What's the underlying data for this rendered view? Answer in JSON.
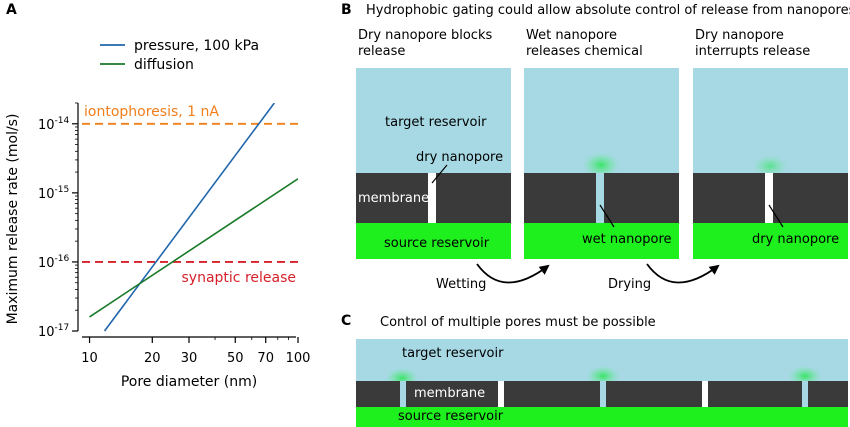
{
  "panels": {
    "a": "A",
    "b": "B",
    "c": "C"
  },
  "chart_data": {
    "type": "line",
    "xlabel": "Pore diameter (nm)",
    "ylabel": "Maximum release rate (mol/s)",
    "x_scale": "log",
    "y_scale": "log",
    "xlim": [
      9,
      100
    ],
    "ylim": [
      1e-17,
      2e-14
    ],
    "x_ticks": [
      10,
      20,
      30,
      50,
      70,
      100
    ],
    "x_tick_labels": [
      "10",
      "20",
      "30",
      "50",
      "70",
      "100"
    ],
    "y_ticks": [
      1e-17,
      1e-16,
      1e-15,
      1e-14
    ],
    "y_tick_labels": [
      {
        "base": "10",
        "exp": "-17"
      },
      {
        "base": "10",
        "exp": "-16"
      },
      {
        "base": "10",
        "exp": "-15"
      },
      {
        "base": "10",
        "exp": "-14"
      }
    ],
    "series": [
      {
        "name": "pressure, 100 kPa",
        "color": "#2166ac",
        "x": [
          11.8,
          77
        ],
        "y": [
          1e-17,
          2e-14
        ]
      },
      {
        "name": "diffusion",
        "color": "#1a7a2a",
        "x": [
          10,
          100
        ],
        "y": [
          1.6e-17,
          1.6e-15
        ]
      }
    ],
    "reference_lines": [
      {
        "label": "iontophoresis, 1 nA",
        "y": 1e-14,
        "color": "#f07f1c",
        "style": "dashed"
      },
      {
        "label": "synaptic release",
        "y": 1e-16,
        "color": "#d6202a",
        "style": "dashed"
      }
    ],
    "legend_position": "top-right",
    "grid": false
  },
  "panel_b": {
    "title": "Hydrophobic gating could allow absolute control of release from nanopores",
    "columns": [
      {
        "caption_line1": "Dry nanopore blocks",
        "caption_line2": "release"
      },
      {
        "caption_line1": "Wet nanopore",
        "caption_line2": "releases chemical"
      },
      {
        "caption_line1": "Dry nanopore",
        "caption_line2": "interrupts release"
      }
    ],
    "labels": {
      "target_reservoir": "target reservoir",
      "dry_nanopore": "dry nanopore",
      "membrane": "membrane",
      "source_reservoir": "source reservoir",
      "wet_nanopore": "wet nanopore",
      "dry_nanopore_2": "dry nanopore"
    },
    "arrows": [
      {
        "label": "Wetting"
      },
      {
        "label": "Drying"
      }
    ]
  },
  "panel_c": {
    "title": "Control of multiple pores must be possible",
    "labels": {
      "target_reservoir": "target reservoir",
      "membrane": "membrane",
      "source_reservoir": "source reservoir"
    }
  },
  "colors": {
    "water": "#a6d9e4",
    "membrane": "#3a3a3a",
    "source": "#1ef01e",
    "glow": "#2ee65a"
  }
}
